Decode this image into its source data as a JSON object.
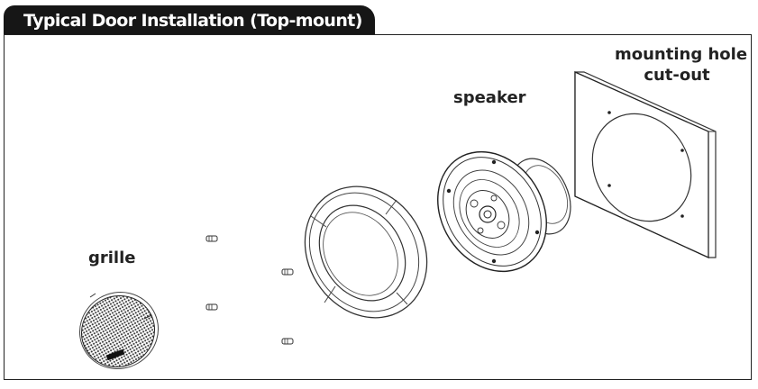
{
  "header": {
    "title": "Typical Door Installation (Top-mount)"
  },
  "labels": {
    "grille": "grille",
    "speaker": "speaker",
    "mounting_hole_line1": "mounting hole",
    "mounting_hole_line2": "cut-out"
  }
}
